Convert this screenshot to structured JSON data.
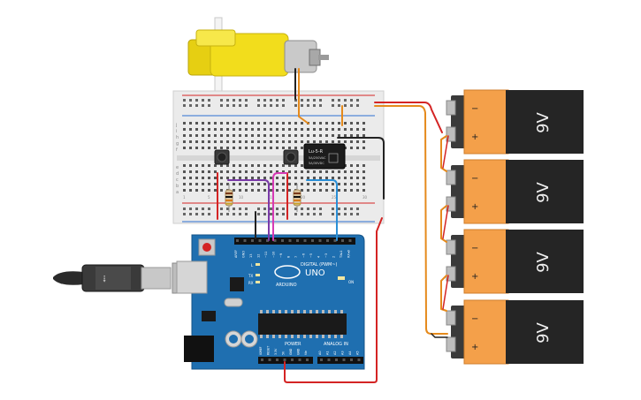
{
  "colors": {
    "wire_red": "#d42424",
    "wire_black": "#222222",
    "wire_orange": "#e58a1c",
    "wire_purple": "#7a3aa8",
    "wire_magenta": "#d63ab5",
    "wire_blue": "#2a8fd6",
    "arduino_blue": "#1f6fb0",
    "breadboard": "#e9e9e9",
    "battery_orange": "#f4a04a",
    "battery_black": "#252525",
    "motor_yellow": "#f2dd1c"
  },
  "relay": {
    "model": "Lu-5-R",
    "spec_line1": "5A/250VAC",
    "spec_line2": "5A/30VDC"
  },
  "arduino": {
    "brand": "ARDUINO",
    "model": "UNO",
    "label_digital": "DIGITAL (PWM~)",
    "label_power": "POWER",
    "label_analog": "ANALOG IN",
    "label_L": "L",
    "label_tx": "TX",
    "label_rx": "RX",
    "label_on": "ON",
    "digital_pins": [
      "AREF",
      "GND",
      "13",
      "12",
      "~11",
      "~10",
      "~9",
      "8",
      "7",
      "~6",
      "~5",
      "4",
      "~3",
      "2",
      "TX▸1",
      "RX◂0"
    ],
    "power_pins": [
      "IOREF",
      "RESET",
      "3.3V",
      "5V",
      "GND",
      "GND",
      "Vin"
    ],
    "analog_pins": [
      "A0",
      "A1",
      "A2",
      "A3",
      "A4",
      "A5"
    ]
  },
  "breadboard": {
    "row_letters_top": [
      "j",
      "i",
      "h",
      "g",
      "f"
    ],
    "row_letters_bottom": [
      "e",
      "d",
      "c",
      "b",
      "a"
    ],
    "column_numbers": [
      "1",
      "5",
      "10",
      "15",
      "20",
      "25",
      "30"
    ]
  },
  "batteries": [
    {
      "voltage": "9V",
      "minus": "−",
      "plus": "+"
    },
    {
      "voltage": "9V",
      "minus": "−",
      "plus": "+"
    },
    {
      "voltage": "9V",
      "minus": "−",
      "plus": "+"
    },
    {
      "voltage": "9V",
      "minus": "−",
      "plus": "+"
    }
  ]
}
